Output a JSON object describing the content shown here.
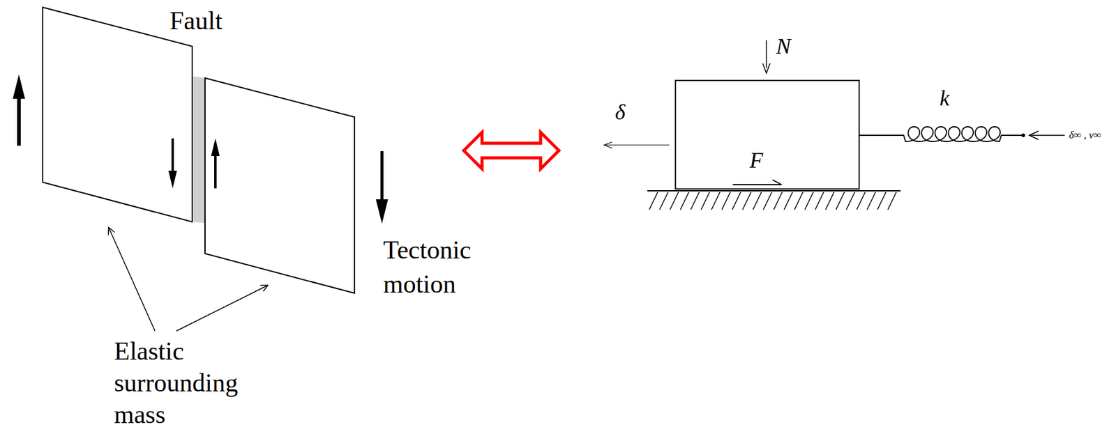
{
  "diagram": {
    "nodes": [
      {
        "text": [
          "F"
        ]
      }
    ],
    "labels": [
      "Fault",
      "Tectonic motion",
      "Elastic surrounding mass",
      "N",
      "δ",
      "k",
      "δ∞ , v∞"
    ]
  }
}
